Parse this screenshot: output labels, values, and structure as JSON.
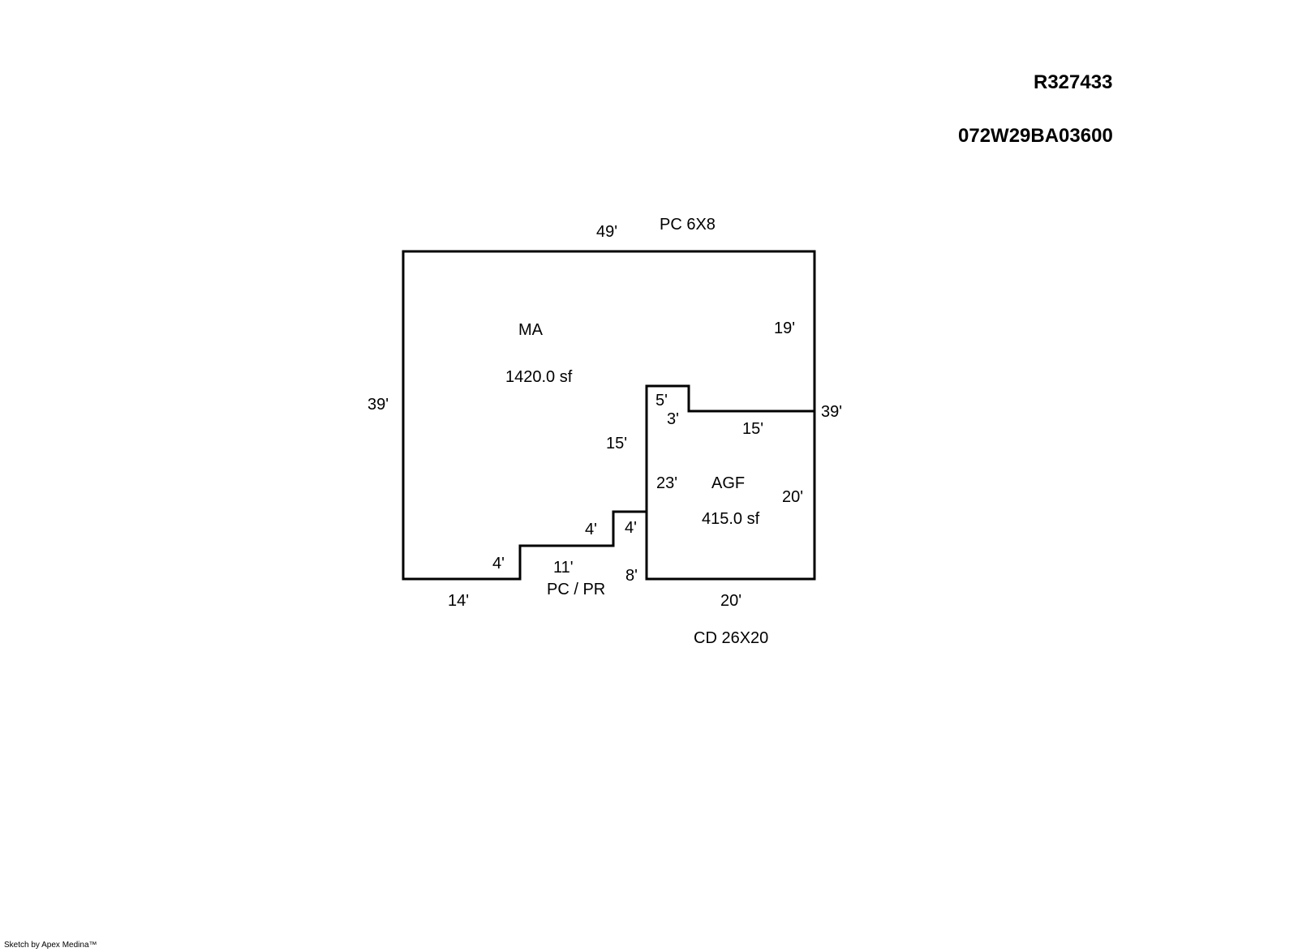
{
  "header": {
    "account_id": "R327433",
    "map_tax_lot": "072W29BA03600"
  },
  "areas": {
    "main": {
      "code": "MA",
      "area": "1420.0 sf"
    },
    "garage": {
      "code": "AGF",
      "area": "415.0 sf"
    }
  },
  "notes": {
    "porch_top": "PC  6X8",
    "porch_bottom": "PC / PR",
    "deck": "CD  26X20"
  },
  "dimensions": {
    "top": "49'",
    "left": "39'",
    "right_outer": "39'",
    "right_upper": "19'",
    "bottom_left": "14'",
    "step1_rise": "4'",
    "step1_run": "11'",
    "step2_rise": "4'",
    "step2_run": "4'",
    "inner_wall": "15'",
    "notch_top": "5'",
    "notch_drop": "3'",
    "garage_top": "15'",
    "garage_left": "23'",
    "garage_right": "20'",
    "garage_bottom": "20'",
    "garage_left_lower": "8'"
  },
  "footer": {
    "credit": "Sketch by Apex Medina™"
  },
  "colors": {
    "line": "#000000",
    "background": "#ffffff"
  }
}
